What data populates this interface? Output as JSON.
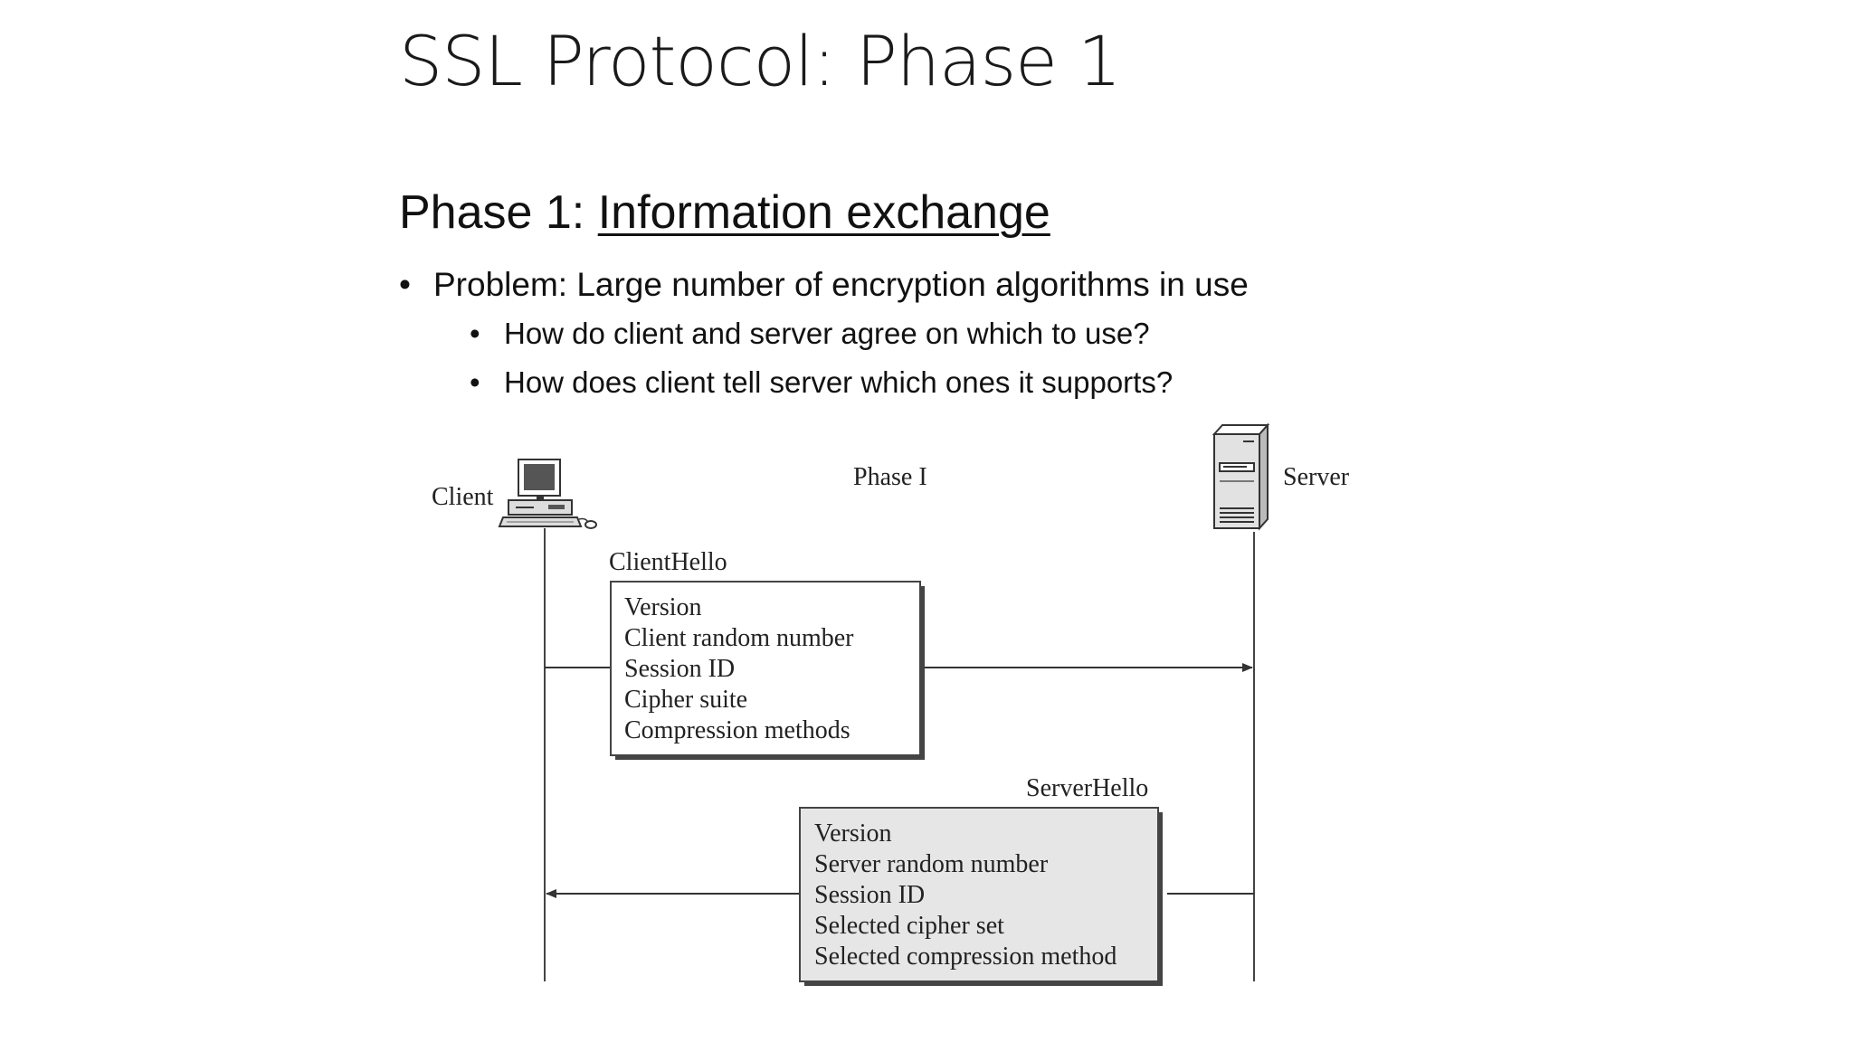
{
  "slide": {
    "title": "SSL Protocol: Phase 1",
    "subtitle_prefix": "Phase 1: ",
    "subtitle_emphasis": "Information exchange",
    "bullets": [
      {
        "text": "Problem: Large number of encryption algorithms in use"
      },
      {
        "text": "How do client and server agree on which to use?"
      },
      {
        "text": "How does client tell server which ones it supports?"
      }
    ],
    "bullet_glyph": "•"
  },
  "diagram": {
    "phase_label": "Phase I",
    "client_label": "Client",
    "server_label": "Server",
    "client_icon": "desktop-computer-icon",
    "server_icon": "server-tower-icon",
    "client_hello": {
      "name": "ClientHello",
      "fields": [
        "Version",
        "Client random number",
        "Session ID",
        "Cipher suite",
        "Compression methods"
      ]
    },
    "server_hello": {
      "name": "ServerHello",
      "fields": [
        "Version",
        "Server random number",
        "Session ID",
        "Selected cipher set",
        "Selected compression method"
      ]
    },
    "colors": {
      "client_box_fill": "#ffffff",
      "server_box_fill": "#e6e6e6",
      "line": "#333333"
    }
  }
}
